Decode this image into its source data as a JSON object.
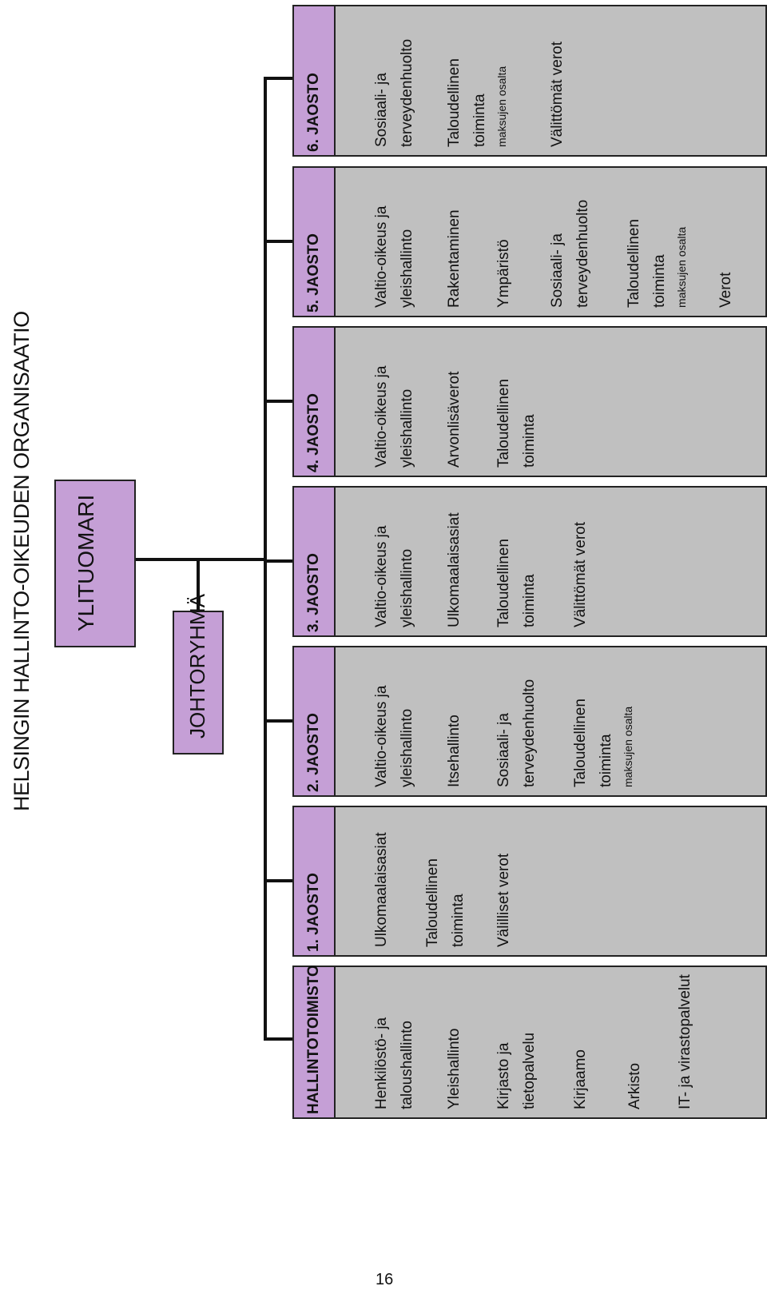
{
  "title": "HELSINGIN HALLINTO-OIKEUDEN ORGANISAATIO",
  "top": "YLITUOMARI",
  "management_group": "JOHTORYHMÄ",
  "units": [
    {
      "name": "HALLINTOTOIMISTO",
      "items": [
        {
          "lines": [
            "Henkilöstö- ja",
            "taloushallinto"
          ]
        },
        {
          "lines": [
            "Yleishallinto"
          ]
        },
        {
          "lines": [
            "Kirjasto ja",
            "tietopalvelu"
          ]
        },
        {
          "lines": [
            "Kirjaamo"
          ]
        },
        {
          "lines": [
            "Arkisto"
          ]
        },
        {
          "lines": [
            "IT- ja virastopalvelut"
          ]
        }
      ]
    },
    {
      "name": "1. JAOSTO",
      "items": [
        {
          "lines": [
            "Ulkomaalaisasiat"
          ]
        },
        {
          "lines": [
            "Taloudellinen",
            "toiminta"
          ]
        },
        {
          "lines": [
            "Välilliset verot"
          ]
        }
      ]
    },
    {
      "name": "2. JAOSTO",
      "items": [
        {
          "lines": [
            "Valtio-oikeus ja",
            "yleishallinto"
          ]
        },
        {
          "lines": [
            "Itsehallinto"
          ]
        },
        {
          "lines": [
            "Sosiaali- ja",
            "terveydenhuolto"
          ]
        },
        {
          "lines": [
            "Taloudellinen",
            "toiminta"
          ],
          "note": "maksujen osalta"
        }
      ]
    },
    {
      "name": "3. JAOSTO",
      "items": [
        {
          "lines": [
            "Valtio-oikeus ja",
            "yleishallinto"
          ]
        },
        {
          "lines": [
            "Ulkomaalaisasiat"
          ]
        },
        {
          "lines": [
            "Taloudellinen",
            "toiminta"
          ]
        },
        {
          "lines": [
            "Välittömät verot"
          ]
        }
      ]
    },
    {
      "name": "4. JAOSTO",
      "items": [
        {
          "lines": [
            "Valtio-oikeus ja",
            "yleishallinto"
          ]
        },
        {
          "lines": [
            "Arvonlisäverot"
          ]
        },
        {
          "lines": [
            "Taloudellinen",
            "toiminta"
          ]
        }
      ]
    },
    {
      "name": "5. JAOSTO",
      "items": [
        {
          "lines": [
            "Valtio-oikeus ja",
            "yleishallinto"
          ]
        },
        {
          "lines": [
            "Rakentaminen"
          ]
        },
        {
          "lines": [
            "Ympäristö"
          ]
        },
        {
          "lines": [
            "Sosiaali- ja",
            "terveydenhuolto"
          ]
        },
        {
          "lines": [
            "Taloudellinen",
            "toiminta"
          ],
          "note": "maksujen osalta"
        },
        {
          "lines": [
            "Verot"
          ]
        }
      ]
    },
    {
      "name": "6. JAOSTO",
      "items": [
        {
          "lines": [
            "Sosiaali- ja",
            "terveydenhuolto"
          ]
        },
        {
          "lines": [
            "Taloudellinen",
            "toiminta"
          ],
          "note": "maksujen osalta"
        },
        {
          "lines": [
            "Välittömät verot"
          ]
        }
      ]
    }
  ],
  "page_number": "16",
  "colors": {
    "header_fill": "#c59fd6",
    "body_fill": "#c0c0c0",
    "line": "#111111"
  }
}
